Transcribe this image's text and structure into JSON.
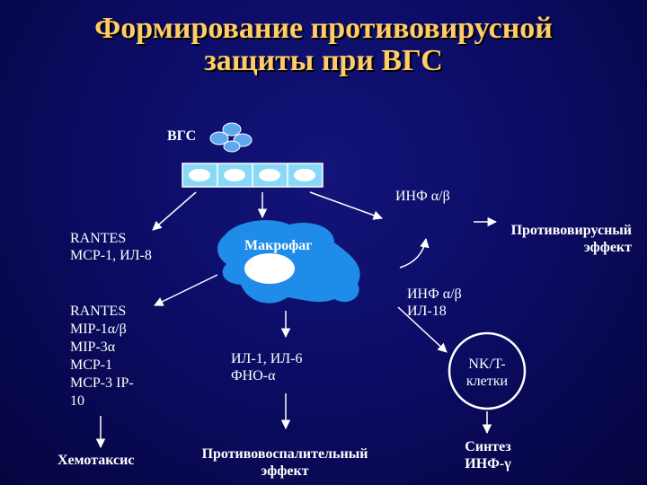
{
  "title": {
    "line1": "Формирование противовирусной",
    "line2": "защиты при ВГС"
  },
  "labels": {
    "hcv": "ВГС",
    "ifn_top": "ИНФ α/β",
    "antiviral_l1": "Противовирусный",
    "antiviral_l2": "эффект",
    "rantes1_l1": "RANTES",
    "rantes1_l2": "MCP-1, ИЛ-8",
    "macrophage": "Макрофаг",
    "ifn_mid_l1": "ИНФ α/β",
    "ifn_mid_l2": "ИЛ-18",
    "rantes2_l1": "RANTES",
    "rantes2_l2": "MIP-1α/β",
    "rantes2_l3": "MIP-3α",
    "rantes2_l4": "MCP-1",
    "rantes2_l5": "MCP-3 IP-",
    "rantes2_l6": "10",
    "cytokines_l1": "ИЛ-1, ИЛ-6",
    "cytokines_l2": "ФНО-α",
    "nk_l1": "NK/T-",
    "nk_l2": "клетки",
    "chemotaxis": "Хемотаксис",
    "proinflam_l1": "Противовоспалительный",
    "proinflam_l2": "эффект",
    "synth_l1": "Синтез",
    "synth_l2": "ИНФ-γ"
  },
  "colors": {
    "background": "#0c0c66",
    "title": "#ffcc66",
    "virus": "#5fa8f0",
    "cell_fill": "#8ad8f8",
    "macrophage": "#1e8ce8",
    "arrow": "#ffffff"
  }
}
